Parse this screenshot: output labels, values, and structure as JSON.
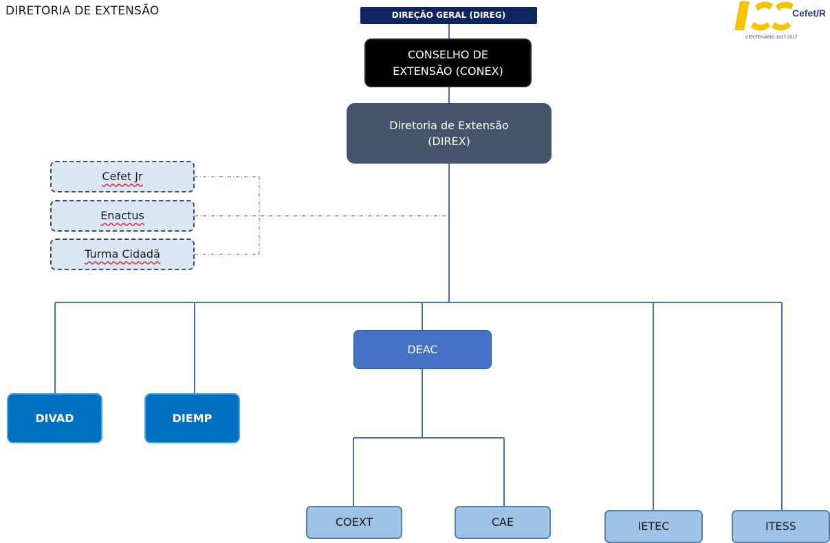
{
  "header": {
    "title": "DIRETORIA DE EXTENSÃO"
  },
  "logo": {
    "text": "Cefet/RJ",
    "subtitle": "CENTENÁRIO 1917-2017",
    "colors": {
      "yellow": "#f4c400",
      "blue": "#2b3f8c"
    }
  },
  "nodes": {
    "direg": "DIREÇÃO GERAL (DIREG)",
    "conex_line1": "CONSELHO DE",
    "conex_line2": "EXTENSÃO (CONEX)",
    "direx_line1": "Diretoria de Extensão",
    "direx_line2": "(DIREX)",
    "cefet_jr": "Cefet Jr",
    "enactus": "Enactus",
    "turma_cidada": "Turma Cidadã",
    "deac": "DEAC",
    "divad": "DIVAD",
    "diemp": "DIEMP",
    "coext": "COEXT",
    "cae": "CAE",
    "ietec": "IETEC",
    "itess": "ITESS"
  },
  "colors": {
    "line": "#4a6fb0",
    "direg": "#0f2460",
    "conex": "#000000",
    "direx": "#44546a",
    "deac": "#4472c4",
    "division": "#0070c0",
    "unit": "#9dc3e6",
    "dashed_fill": "#dae6f4"
  }
}
